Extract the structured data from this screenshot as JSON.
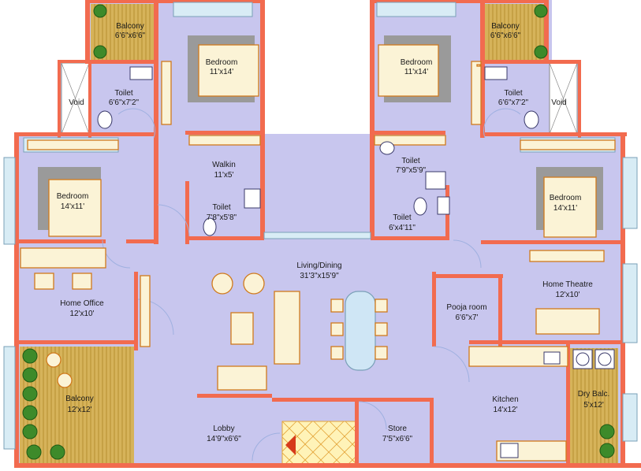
{
  "plan": {
    "rooms": {
      "balcony_top_left": {
        "name": "Balcony",
        "size": "6'6\"x6'6\""
      },
      "bedroom_top_left": {
        "name": "Bedroom",
        "size": "11'x14'"
      },
      "toilet_top_left": {
        "name": "Toilet",
        "size": "6'6\"x7'2\""
      },
      "void_left": {
        "name": "Void"
      },
      "walkin": {
        "name": "Walkin",
        "size": "11'x5'"
      },
      "bedroom_left": {
        "name": "Bedroom",
        "size": "14'x11'"
      },
      "toilet_mid_left": {
        "name": "Toilet",
        "size": "7'8\"x5'8\""
      },
      "living_dining": {
        "name": "Living/Dining",
        "size": "31'3\"x15'9\""
      },
      "home_office": {
        "name": "Home Office",
        "size": "12'x10'"
      },
      "balcony_bottom_left": {
        "name": "Balcony",
        "size": "12'x12'"
      },
      "lobby": {
        "name": "Lobby",
        "size": "14'9\"x6'6\""
      },
      "store": {
        "name": "Store",
        "size": "7'5\"x6'6\""
      },
      "kitchen": {
        "name": "Kitchen",
        "size": "14'x12'"
      },
      "dry_balcony": {
        "name": "Dry Balc.",
        "size": "5'x12'"
      },
      "pooja_room": {
        "name": "Pooja room",
        "size": "6'6\"x7'"
      },
      "home_theatre": {
        "name": "Home Theatre",
        "size": "12'x10'"
      },
      "bedroom_right": {
        "name": "Bedroom",
        "size": "14'x11'"
      },
      "toilet_mid_right_upper": {
        "name": "Toilet",
        "size": "7'9\"x5'9\""
      },
      "toilet_mid_right_lower": {
        "name": "Toilet",
        "size": "6'x4'11\""
      },
      "bedroom_top_right": {
        "name": "Bedroom",
        "size": "11'x14'"
      },
      "toilet_top_right": {
        "name": "Toilet",
        "size": "6'6\"x7'2\""
      },
      "void_right": {
        "name": "Void"
      },
      "balcony_top_right": {
        "name": "Balcony",
        "size": "6'6\"x6'6\""
      }
    }
  }
}
